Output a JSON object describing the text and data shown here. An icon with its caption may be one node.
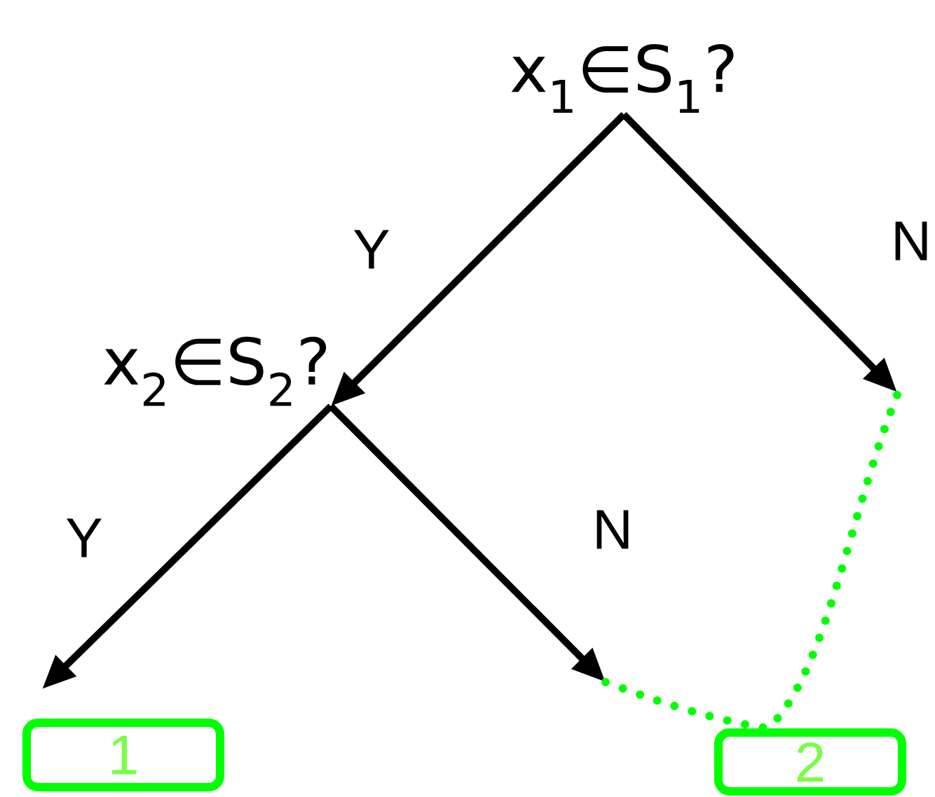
{
  "diagram": {
    "nodes": [
      {
        "text": [
          "x$_{1}$∈S$_{1}$?"
        ]
      },
      {
        "text": [
          "x$_{2}$∈S$_{2}$?"
        ]
      },
      {
        "text": [
          "1"
        ]
      },
      {
        "text": [
          "2"
        ]
      }
    ],
    "edges": [
      {
        "from": 0,
        "to": 1,
        "arrow": "to",
        "label": "Y"
      },
      {
        "from": 0,
        "to": null,
        "arrow": "to",
        "label": "N"
      },
      {
        "from": 1,
        "to": null,
        "arrow": "to",
        "label": "Y"
      },
      {
        "from": 1,
        "to": null,
        "arrow": "to",
        "label": "N"
      },
      {
        "from": null,
        "to": 3,
        "arrow": "none",
        "style": "dashed",
        "color": "#00ff00"
      },
      {
        "from": null,
        "to": 3,
        "arrow": "none",
        "style": "dashed",
        "color": "#00ff00"
      }
    ]
  }
}
